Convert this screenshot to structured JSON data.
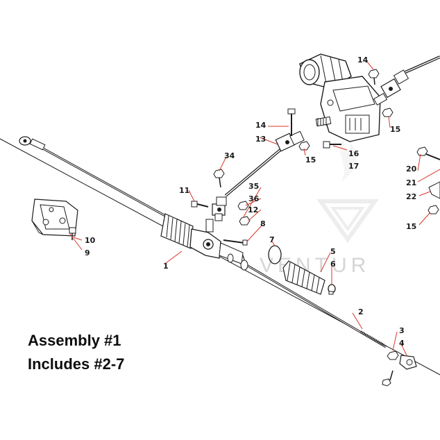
{
  "callouts": {
    "c1": "1",
    "c2": "2",
    "c3": "3",
    "c4": "4",
    "c5": "5",
    "c6": "6",
    "c7": "7",
    "c8": "8",
    "c9": "9",
    "c10": "10",
    "c11": "11",
    "c12": "12",
    "c13": "13",
    "c14a": "14",
    "c14b": "14",
    "c15a": "15",
    "c15b": "15",
    "c15c": "15",
    "c16": "16",
    "c17": "17",
    "c20": "20",
    "c21": "21",
    "c22": "22",
    "c34": "34",
    "c35": "35",
    "c36": "36"
  },
  "caption": {
    "line1": "Assembly #1",
    "line2": "Includes #2-7"
  },
  "watermark": {
    "text": "VENTUR"
  },
  "colors": {
    "leader": "#d9362b",
    "ink": "#1c1c1c",
    "watermark": "#d5d5d5"
  }
}
